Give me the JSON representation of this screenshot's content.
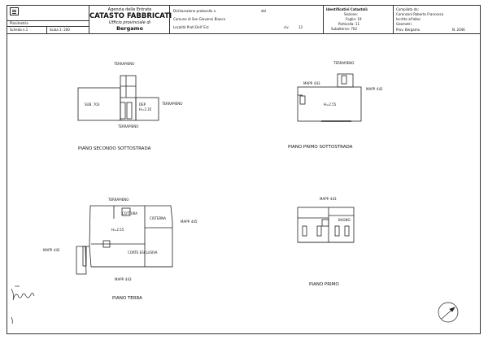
{
  "header": {
    "logo_icon": "menu-icon",
    "left_row1": "Planimetria",
    "left_row2a": "Scheda n.1",
    "left_row2b": "Scala 1: 200",
    "agency": "Agenzia delle Entrate",
    "catasto": "CATASTO FABBRICATI",
    "ufficio": "Ufficio provinciale di",
    "city": "Bergamo",
    "decl_line1a": "Dichiarazione protocollo n.",
    "decl_line1b": "del",
    "decl_line2": "Comune di San Giovanni Bianco",
    "decl_line3a": "Località  Prati Dell' Erz",
    "decl_line3b": "civ.",
    "decl_line3c": "12",
    "id_title": "Identificativi Catastali:",
    "id_sezione": "Sezione:",
    "id_foglio": "Foglio: 19",
    "id_particella": "Particella: 11",
    "id_subalterno": "Subalterno: 702",
    "comp_line1": "Compilata da:",
    "comp_line2": "Carenzoni Roberto Francesco",
    "comp_line3": "Iscritto all'albo:",
    "comp_line4": "Geometri",
    "comp_line5a": "Prov. Bergamo",
    "comp_line5b": "N. 2046"
  },
  "plan1": {
    "terrapieno_top": "TERRAPIENO",
    "terrapieno_bottom": "TERRAPIENO",
    "terrapieno_right": "TERRAPIENO",
    "sub": "SUB. 703",
    "dep": "DEP.",
    "h": "H=2.35",
    "caption": "PIANO SECONDO SOTTOSTRADA"
  },
  "plan2": {
    "terrapieno_top": "TERRAPIENO",
    "mapp_left": "MAPP. 443",
    "mapp_right": "MAPP. 442",
    "h": "H=2.55",
    "caption": "PIANO PRIMO SOTTOSTRADA"
  },
  "plan3": {
    "terrapieno_top": "TERRAPIENO",
    "cottura": "COTTURA",
    "cisterna": "CISTERNA",
    "mapp_right": "MAPP. 445",
    "mapp_left": "MAPP. 442",
    "h": "H=2.55",
    "corte": "CORTE ESCLUSIVA",
    "mapp_bottom": "MAPP. 443",
    "caption": "PIANO TERRA"
  },
  "plan4": {
    "mapp_top": "MAPP. 443",
    "bagno": "BAGNO",
    "caption": "PIANO PRIMO"
  },
  "signature_icon": "signature-icon",
  "north_icon": "north-arrow-icon"
}
